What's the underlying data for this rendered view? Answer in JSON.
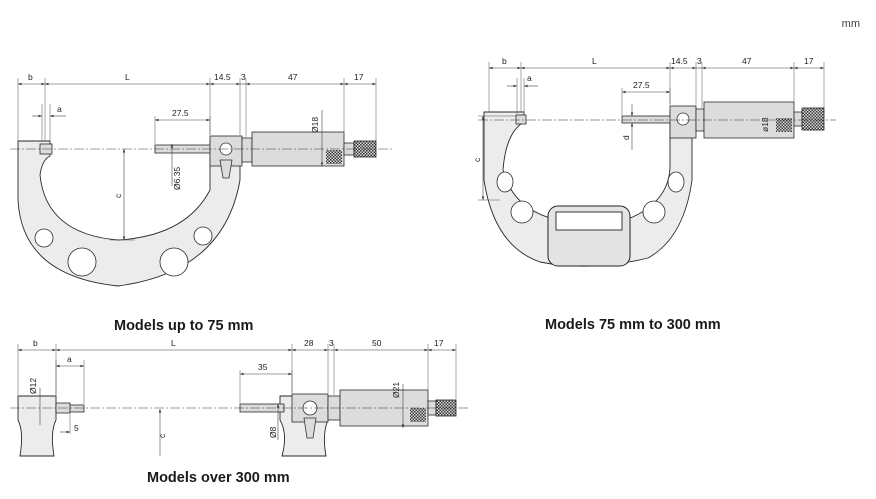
{
  "unit_label": "mm",
  "captions": {
    "d1": "Models up to 75 mm",
    "d2": "Models 75 mm to 300 mm",
    "d3": "Models over 300 mm"
  },
  "dims": {
    "d1": {
      "b": "b",
      "L": "L",
      "w14": "14.5",
      "w3": "3",
      "w47": "47",
      "w17": "17",
      "a": "a",
      "s275": "27.5",
      "dia18": "Ø18",
      "dia635": "Ø6.35",
      "c": "c"
    },
    "d2": {
      "b": "b",
      "L": "L",
      "w14": "14.5",
      "w3": "3",
      "w47": "47",
      "w17": "17",
      "a": "a",
      "s275": "27.5",
      "c": "c",
      "d": "d",
      "dia18": "ø18"
    },
    "d3": {
      "b": "b",
      "L": "L",
      "w28": "28",
      "w3": "3",
      "w50": "50",
      "w17": "17",
      "a": "a",
      "s35": "35",
      "dia12": "Ø12",
      "n5": "5",
      "c": "c",
      "dia8": "Ø8",
      "dia21": "Ø21"
    }
  }
}
